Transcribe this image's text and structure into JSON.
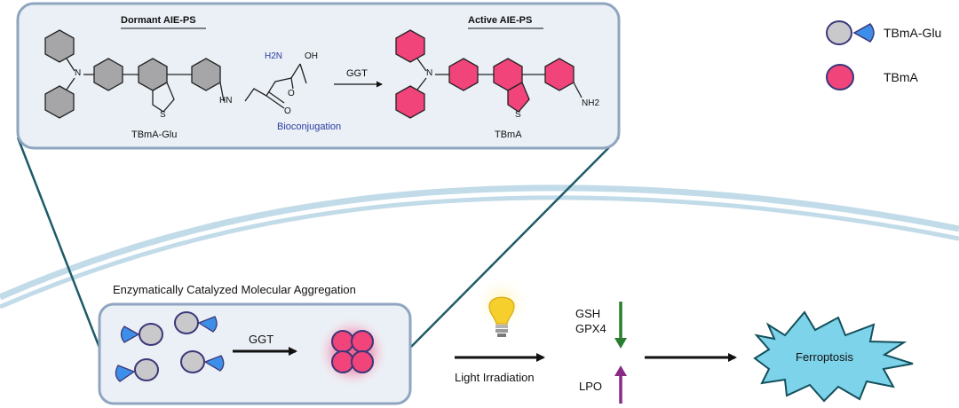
{
  "top_panel": {
    "dormant_title": "Dormant AIE-PS",
    "active_title": "Active AIE-PS",
    "dormant_name": "TBmA-Glu",
    "active_name": "TBmA",
    "reaction_enzyme": "GGT",
    "bioconjugation": "Bioconjugation",
    "atoms": {
      "n": "N",
      "s": "S",
      "hn": "HN",
      "h2n": "H2N",
      "oh": "OH",
      "o": "O",
      "nh2": "NH2"
    }
  },
  "legend": {
    "glu_label": "TBmA-Glu",
    "tbma_label": "TBmA"
  },
  "bottom": {
    "aggregation_title": "Enzymatically Catalyzed Molecular Aggregation",
    "aggregation_enzyme": "GGT",
    "light_label": "Light Irradiation",
    "gsh": "GSH",
    "gpx4": "GPX4",
    "lpo": "LPO",
    "ferroptosis": "Ferroptosis"
  },
  "colors": {
    "pink": "#f0447a",
    "grey": "#c9c9cc",
    "blue": "#3d8ee8",
    "navy": "#3c3778",
    "panel_fill": "#eaf0f6",
    "panel_border": "#8fa5c0",
    "teal_line": "#1f5a68",
    "membrane": "#c2dbe9",
    "down_arrow": "#2a7d2f",
    "up_arrow": "#8a2a86",
    "burst": "#7dd3ea"
  }
}
